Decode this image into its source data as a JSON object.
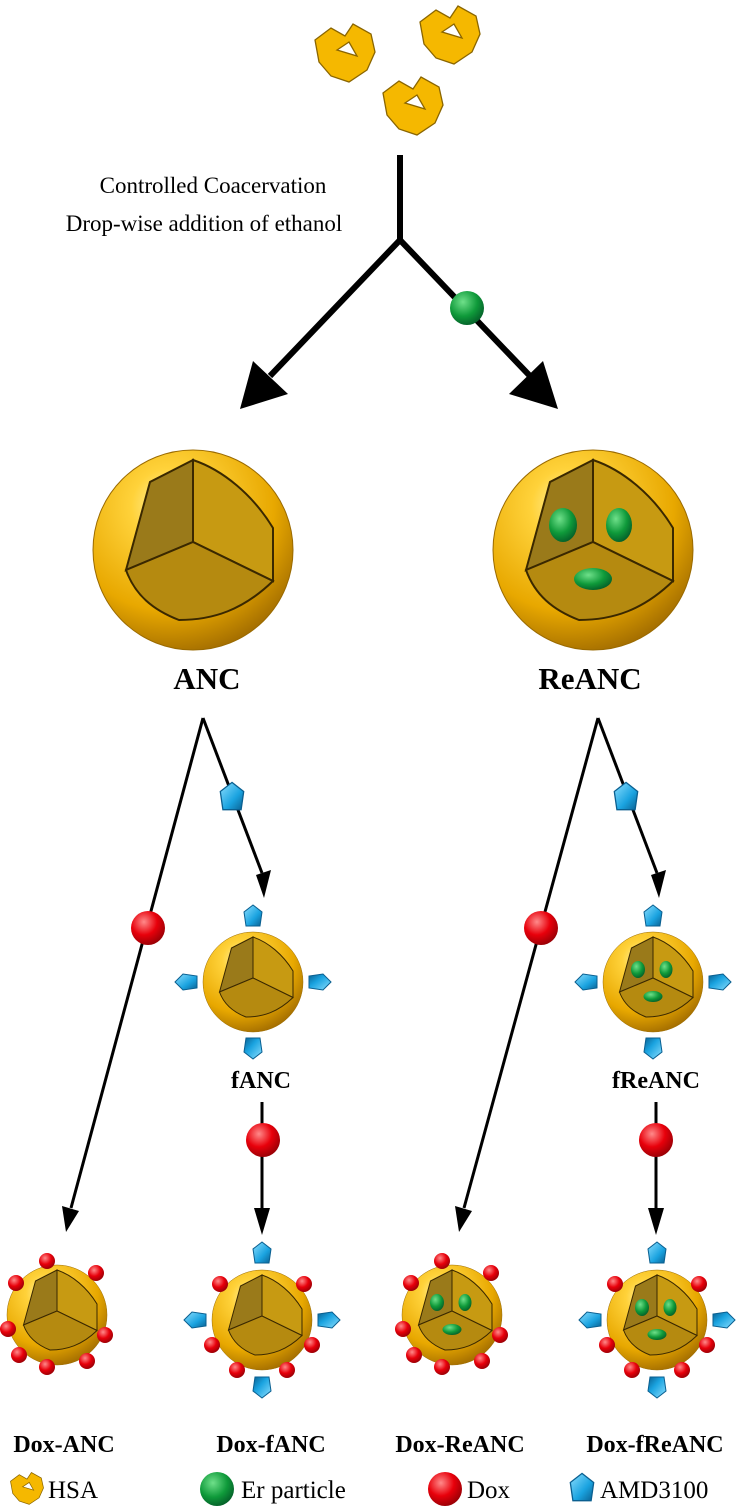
{
  "process": {
    "step1": "Controlled Coacervation",
    "step2": "Drop-wise addition of ethanol"
  },
  "nodes": {
    "anc": "ANC",
    "reanc": "ReANC",
    "fanc": "fANC",
    "freanc": "fReANC",
    "dox_anc": "Dox-ANC",
    "dox_fanc": "Dox-fANC",
    "dox_reanc": "Dox-ReANC",
    "dox_freanc": "Dox-fReANC"
  },
  "legend": {
    "hsa": "HSA",
    "er": "Er particle",
    "dox": "Dox",
    "amd": "AMD3100"
  },
  "colors": {
    "hsa": "#f5b800",
    "sphere": "#e8a800",
    "er": "#0f9a3a",
    "dox": "#e8000b",
    "amd": "#1aa3e0"
  }
}
